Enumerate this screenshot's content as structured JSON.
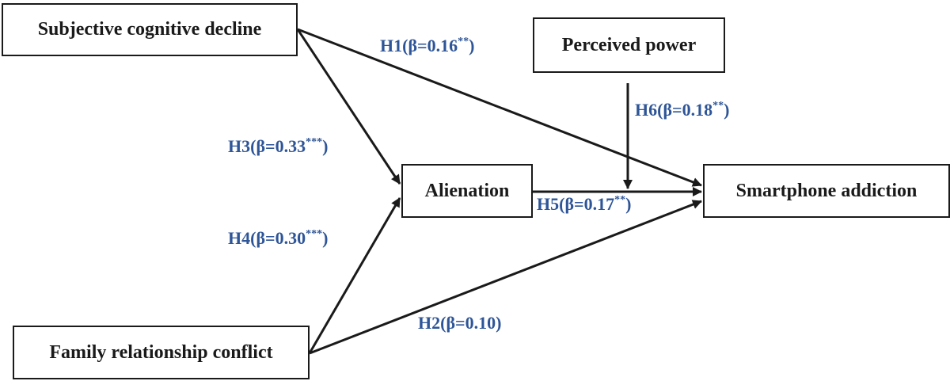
{
  "diagram": {
    "nodes": {
      "subjective_cognitive_decline": "Subjective cognitive decline",
      "perceived_power": "Perceived power",
      "alienation": "Alienation",
      "smartphone_addiction": "Smartphone addiction",
      "family_relationship_conflict": "Family relationship conflict"
    },
    "paths": [
      {
        "id": "h1",
        "text": "H1(β=0.16",
        "sig": "**",
        "close": ")",
        "from": "Subjective cognitive decline",
        "to": "Smartphone addiction"
      },
      {
        "id": "h2",
        "text": "H2(β=0.10)",
        "sig": "",
        "close": "",
        "from": "Family relationship conflict",
        "to": "Smartphone addiction"
      },
      {
        "id": "h3",
        "text": "H3(β=0.33",
        "sig": "***",
        "close": ")",
        "from": "Subjective cognitive decline",
        "to": "Alienation"
      },
      {
        "id": "h4",
        "text": "H4(β=0.30",
        "sig": "***",
        "close": ")",
        "from": "Family relationship conflict",
        "to": "Alienation"
      },
      {
        "id": "h5",
        "text": "H5(β=0.17",
        "sig": "**",
        "close": ")",
        "from": "Alienation",
        "to": "Smartphone addiction"
      },
      {
        "id": "h6",
        "text": "H6(β=0.18",
        "sig": "**",
        "close": ")",
        "from": "Perceived power",
        "to": "Alienation → Smartphone addiction path"
      }
    ],
    "colors": {
      "label": "#2e5597",
      "stroke": "#1a1a1a"
    }
  }
}
